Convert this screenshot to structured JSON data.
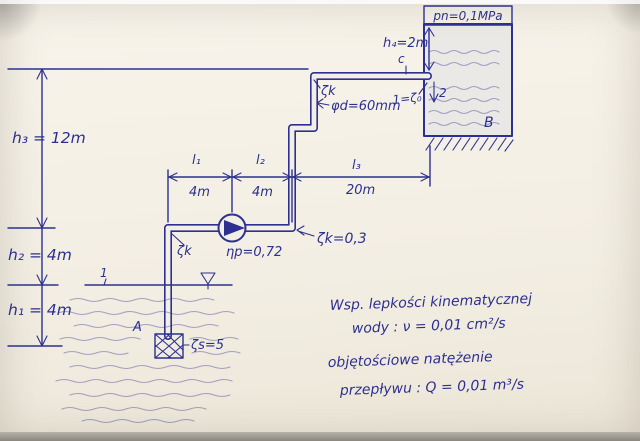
{
  "colors": {
    "ink": "#2c3090",
    "paper": "#f4efe5"
  },
  "tank": {
    "pressure_label": "pn=0,1MPa",
    "name": "B",
    "h4_label": "h₄=2m",
    "point_c": "c",
    "point_2": "2",
    "inlet_loss": "1=ζ₀"
  },
  "pipe": {
    "diameter_label": "φd=60mm",
    "elbow_top": "ζk",
    "elbow_left": "ζk",
    "elbow_loss": "ζk=0,3"
  },
  "pump": {
    "efficiency": "ηp=0,72"
  },
  "dims": {
    "h3": "h₃ = 12m",
    "h2": "h₂ = 4m",
    "h1": "h₁ = 4m",
    "l1": "l₁",
    "l1_val": "4m",
    "l2": "l₂",
    "l2_val": "4m",
    "l3": "l₃",
    "l3_val": "20m"
  },
  "reservoir": {
    "name": "A",
    "point_1": "1",
    "strainer_loss": "ζs=5"
  },
  "notes": {
    "line1": "Wsp. lepkości kinematycznej",
    "line2": "wody : ν = 0,01 cm²/s",
    "line3": "objętościowe natężenie",
    "line4": "przepływu : Q = 0,01 m³/s"
  }
}
